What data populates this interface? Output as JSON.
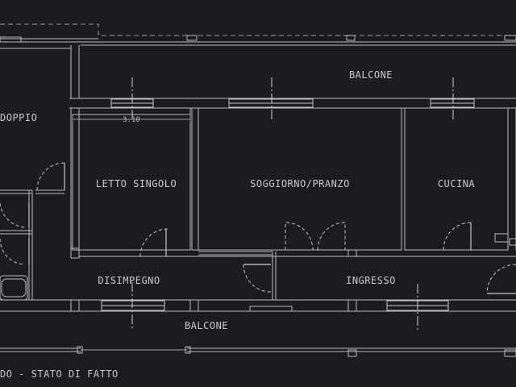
{
  "rooms": {
    "doppio": "DOPPIO",
    "balcone_top": "BALCONE",
    "letto_singolo": "LETTO SINGOLO",
    "soggiorno": "SOGGIORNO/PRANZO",
    "cucina": "CUCINA",
    "disimpegno": "DISIMPEGNO",
    "ingresso": "INGRESSO",
    "balcone_bottom": "BALCONE"
  },
  "dimension": "3.10",
  "caption": "DO - STATO DI FATTO",
  "colors": {
    "background": "#1b1c20",
    "lines": "#b9bcc2",
    "text": "#c9cbd0"
  }
}
